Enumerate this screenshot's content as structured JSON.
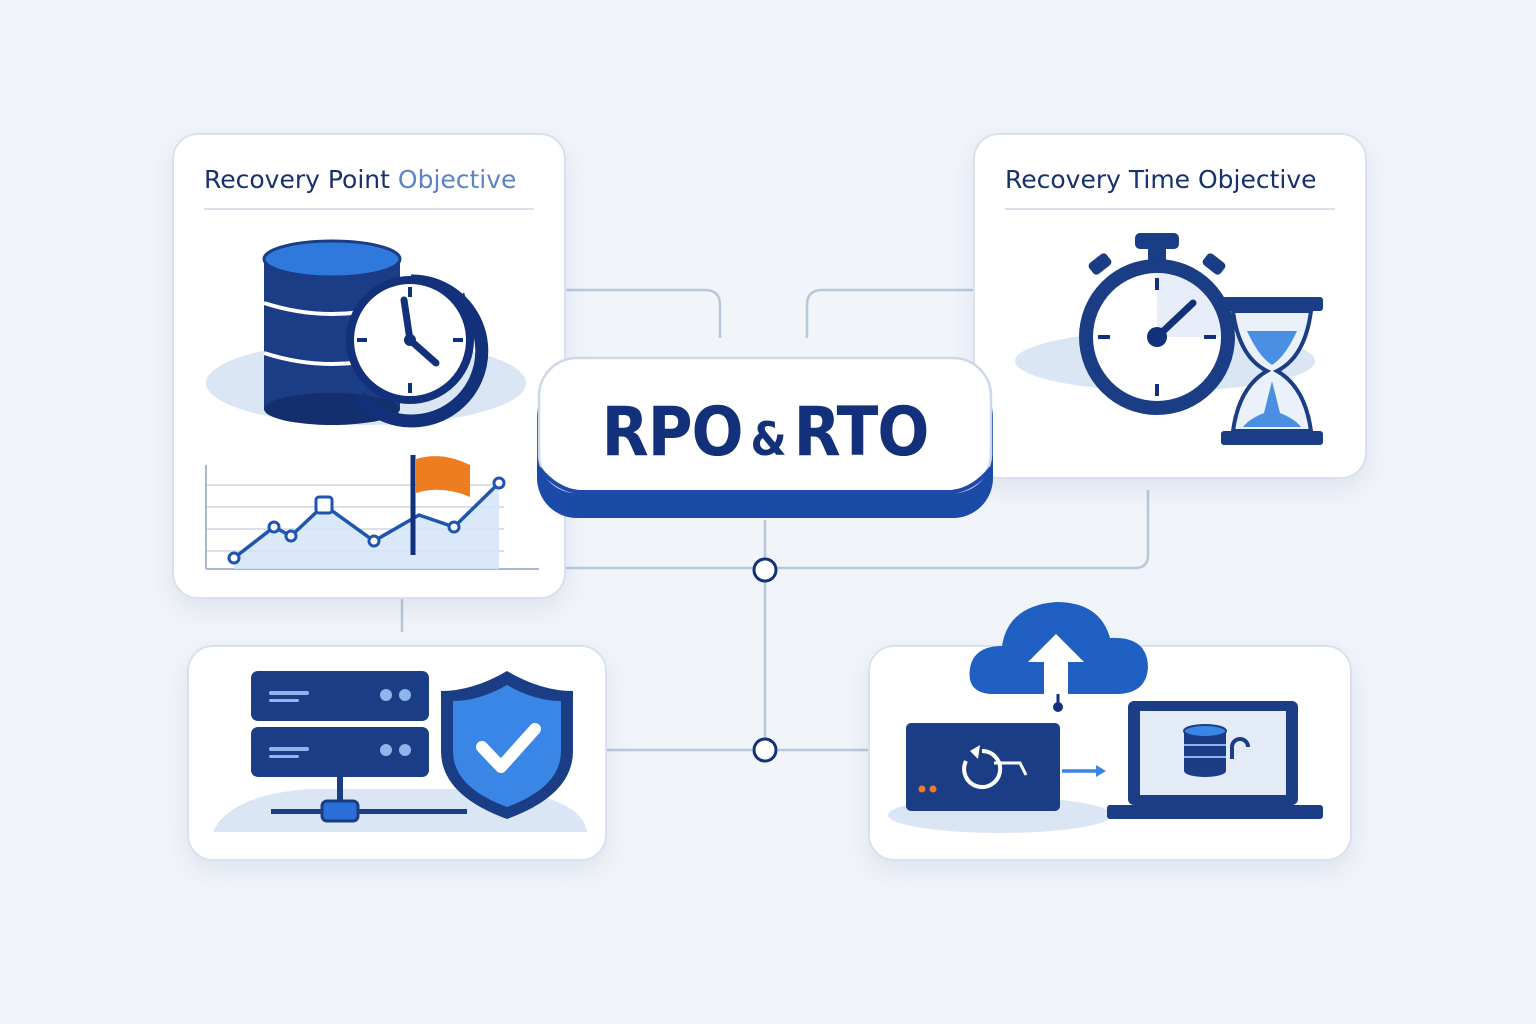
{
  "center": {
    "label_left": "RPO",
    "label_amp": "&",
    "label_right": "RTO"
  },
  "rpo_card": {
    "title_part1": "Recovery Point",
    "title_part2": "Objective"
  },
  "rto_card": {
    "title_part1": "Recovery Time",
    "title_part2": "Objective"
  },
  "colors": {
    "navy": "#13307a",
    "blue": "#2a6fd6",
    "light_blue": "#8fb6ec",
    "accent_orange": "#ee7d22",
    "line_gray": "#b9c7dc"
  },
  "icons": [
    "database-icon",
    "clock-icon",
    "line-chart-icon",
    "flag-icon",
    "stopwatch-icon",
    "hourglass-icon",
    "server-rack-icon",
    "shield-check-icon",
    "cloud-upload-icon",
    "backup-drive-icon",
    "laptop-icon"
  ]
}
